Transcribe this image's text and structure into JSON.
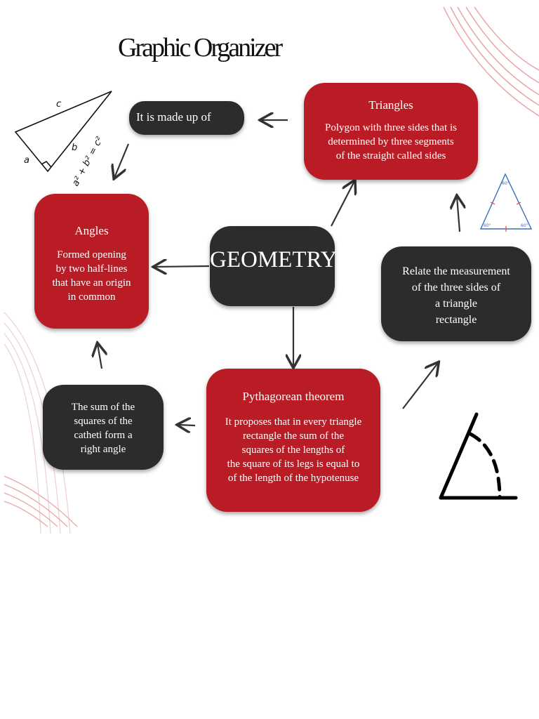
{
  "title": "Graphic Organizer",
  "colors": {
    "red": "#b91c24",
    "dark": "#2c2c2c",
    "deco": "#e9a3a8"
  },
  "nodes": {
    "geometry": {
      "label": "GEOMETRY"
    },
    "made_up_of": {
      "label": "It is made up of"
    },
    "triangles": {
      "heading": "Triangles",
      "body": "Polygon with three sides that is\ndetermined by three segments\nof the straight called sides"
    },
    "angles": {
      "heading": "Angles",
      "body": "Formed opening\nby two half-lines\nthat have an origin\n      in common"
    },
    "relate": {
      "body": "Relate the measurement\nof the three sides of\na triangle\nrectangle"
    },
    "pythagorean": {
      "heading": "Pythagorean theorem",
      "body": "It proposes that in every triangle\nrectangle the sum of the\nsquares of the lengths of\nthe square of its legs is equal to\nof the length of the hypotenuse"
    },
    "sum_catheti": {
      "body": "The sum of the\nsquares of the\ncatheti form a\nright angle"
    }
  },
  "sketch": {
    "side_a": "a",
    "side_b": "b",
    "side_c": "c",
    "formula": "a² + b² = c²"
  },
  "equilateral": {
    "angle_label": "60°"
  }
}
